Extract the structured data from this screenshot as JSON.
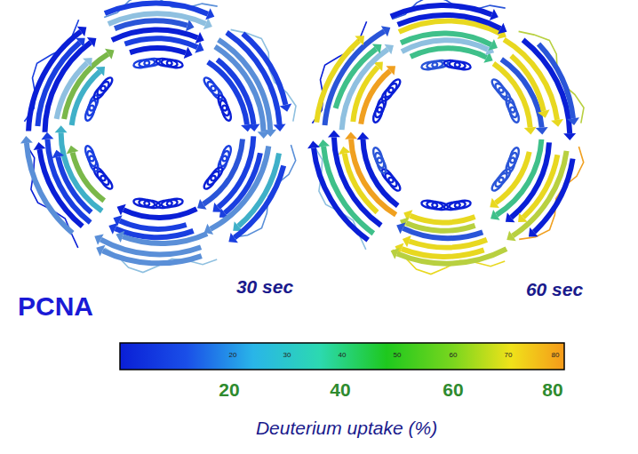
{
  "diagram": {
    "labels": [
      "PCNA",
      "30 sec",
      "60 sec",
      "20",
      "30",
      "40",
      "50",
      "60",
      "70",
      "80",
      "20",
      "40",
      "60",
      "80",
      "Deuterium uptake (%)"
    ]
  }
}
